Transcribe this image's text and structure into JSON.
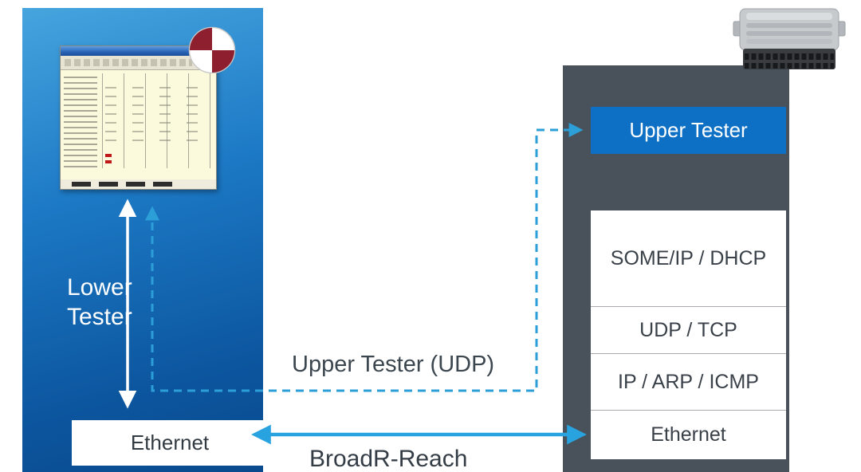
{
  "colors": {
    "left_panel_blue_top": "#46a4de",
    "left_panel_blue_bottom": "#094a8d",
    "right_panel_gray": "#49525b",
    "upper_tester_blue": "#0d70c5",
    "arrow_blue_solid": "#29a3e0",
    "arrow_blue_dashed": "#2d9fd8",
    "arrow_white": "#ffffff",
    "logo_red": "#8e1f2f",
    "label_text": "#3c464f",
    "trace_bg_yellow": "#fcfadc"
  },
  "left_panel": {
    "lower_tester_label": "Lower Tester",
    "ethernet_label": "Ethernet"
  },
  "right_panel": {
    "upper_tester_label": "Upper Tester",
    "stack": [
      {
        "label": "SOME/IP / DHCP"
      },
      {
        "label": "UDP / TCP"
      },
      {
        "label": "IP / ARP / ICMP"
      },
      {
        "label": "Ethernet"
      }
    ]
  },
  "connections": {
    "upper_tester_udp_label": "Upper Tester (UDP)",
    "broadr_reach_label": "BroadR-Reach"
  },
  "icons": {
    "logo": "vector-quadrant-logo",
    "ecu": "ecu-module-photo",
    "trace": "sequence-trace-window"
  }
}
